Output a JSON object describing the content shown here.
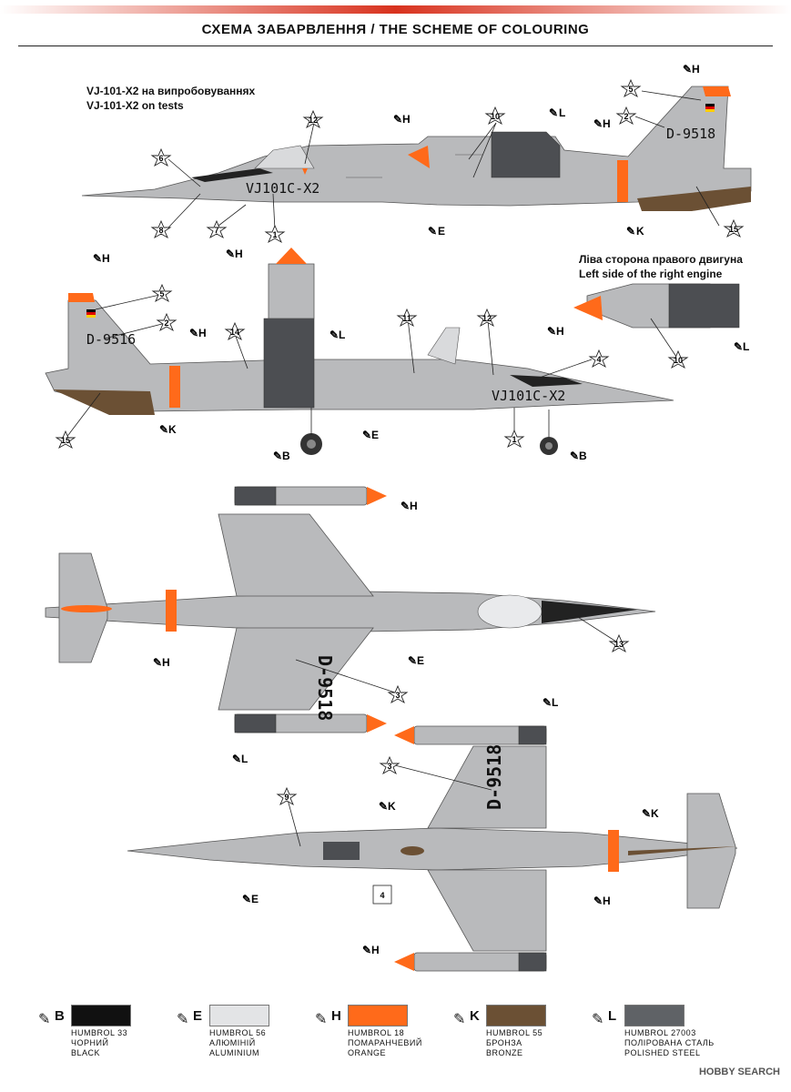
{
  "header": {
    "title": "СХЕМА ЗАБАРВЛЕННЯ / THE SCHEME OF COLOURING"
  },
  "captions": {
    "tests_ua": "VJ-101-X2 на випробовуваннях",
    "tests_en": "VJ-101-X2 on tests",
    "engine_ua": "Ліва сторона правого двигуна",
    "engine_en": "Left side of the right engine"
  },
  "markings": {
    "fuselage_code": "VJ101C-X2",
    "registration": "D-9518",
    "registration_left": "D-9516",
    "registration_wing": "D-9518"
  },
  "paint_letters": {
    "B": "B",
    "E": "E",
    "H": "H",
    "K": "K",
    "L": "L"
  },
  "callouts": [
    "1",
    "2",
    "3",
    "4",
    "5",
    "6",
    "7",
    "8",
    "9",
    "10",
    "11",
    "12",
    "13",
    "14",
    "15"
  ],
  "legend": [
    {
      "code": "B",
      "color": "#111111",
      "line1": "HUMBROL 33",
      "line2": "ЧОРНИЙ",
      "line3": "BLACK"
    },
    {
      "code": "E",
      "color": "#e3e4e6",
      "line1": "HUMBROL 56",
      "line2": "АЛЮМІНІЙ",
      "line3": "ALUMINIUM"
    },
    {
      "code": "H",
      "color": "#ff6a1a",
      "line1": "HUMBROL 18",
      "line2": "ПОМАРАНЧЕВИЙ",
      "line3": "ORANGE"
    },
    {
      "code": "K",
      "color": "#6b5034",
      "line1": "HUMBROL 55",
      "line2": "БРОНЗА",
      "line3": "BRONZE"
    },
    {
      "code": "L",
      "color": "#5f6266",
      "line1": "HUMBROL 27003",
      "line2": "ПОЛІРОВАНА СТАЛЬ",
      "line3": "POLISHED STEEL"
    }
  ],
  "watermark": "HOBBY SEARCH",
  "colors": {
    "grey": "#b9babc",
    "orange": "#ff6a1a",
    "steel": "#4c4e52",
    "bronze": "#6b5034",
    "black": "#111111",
    "accent_red": "#d8321e"
  }
}
